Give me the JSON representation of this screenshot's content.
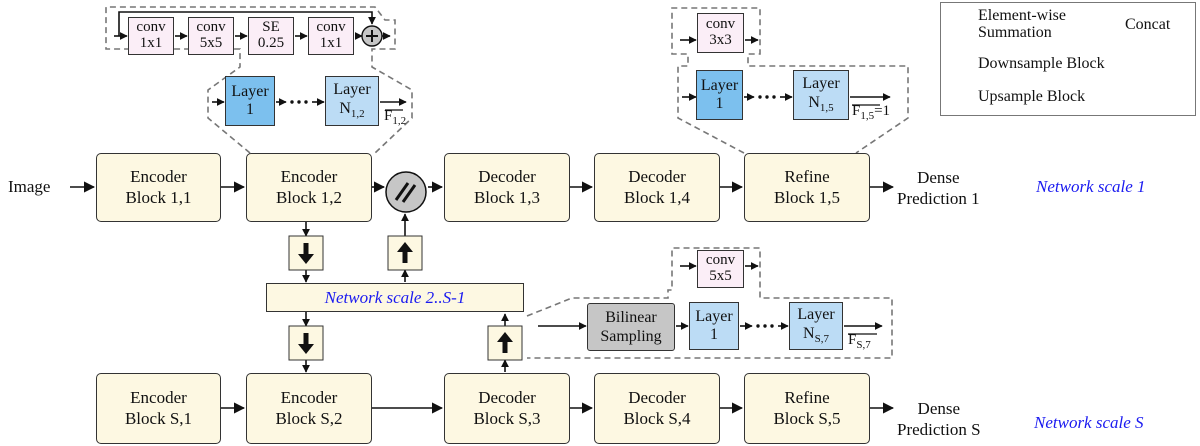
{
  "legend": {
    "sum_line1": "Element-wise",
    "sum_line2": "Summation",
    "concat": "Concat",
    "downsample": "Downsample Block",
    "upsample": "Upsample Block"
  },
  "input_label": "Image",
  "row1": {
    "enc11": [
      "Encoder",
      "Block 1,1"
    ],
    "enc12": [
      "Encoder",
      "Block 1,2"
    ],
    "dec13": [
      "Decoder",
      "Block 1,3"
    ],
    "dec14": [
      "Decoder",
      "Block 1,4"
    ],
    "ref15": [
      "Refine",
      "Block 1,5"
    ],
    "output": [
      "Dense",
      "Prediction 1"
    ],
    "scale": "Network scale 1"
  },
  "middle_scale": "Network scale 2..S-1",
  "rowS": {
    "encS1": [
      "Encoder",
      "Block S,1"
    ],
    "encS2": [
      "Encoder",
      "Block S,2"
    ],
    "decS3": [
      "Decoder",
      "Block S,3"
    ],
    "decS4": [
      "Decoder",
      "Block S,4"
    ],
    "refS5": [
      "Refine",
      "Block S,5"
    ],
    "output": [
      "Dense",
      "Prediction S"
    ],
    "scale": "Network scale S"
  },
  "enc_detail": {
    "convs": [
      [
        "conv",
        "1x1"
      ],
      [
        "conv",
        "5x5"
      ],
      [
        "SE",
        "0.25"
      ],
      [
        "conv",
        "1x1"
      ]
    ],
    "layer1": [
      "Layer",
      "1"
    ],
    "layerN": "Layer",
    "layerN_main": "N",
    "layerN_sub": "1,2",
    "f_main": "F",
    "f_sub": "1,2",
    "dots": "···"
  },
  "refine_detail": {
    "conv": [
      "conv",
      "3x3"
    ],
    "layer1": [
      "Layer",
      "1"
    ],
    "layerN": "Layer",
    "layerN_main": "N",
    "layerN_sub": "1,5",
    "f_main": "F",
    "f_sub": "1,5",
    "f_eq": "=1",
    "dots": "···"
  },
  "dec_detail": {
    "conv": [
      "conv",
      "5x5"
    ],
    "bilinear": [
      "Bilinear",
      "Sampling"
    ],
    "layer1": [
      "Layer",
      "1"
    ],
    "layerN": "Layer",
    "layerN_main": "N",
    "layerN_sub": "S,7",
    "f_main": "F",
    "f_sub": "S,7",
    "dots": "···"
  },
  "icons": {
    "summation": "plus-in-circle",
    "concat": "double-slash-in-circle",
    "downsample": "down-arrow-in-square",
    "upsample": "up-arrow-in-square"
  }
}
